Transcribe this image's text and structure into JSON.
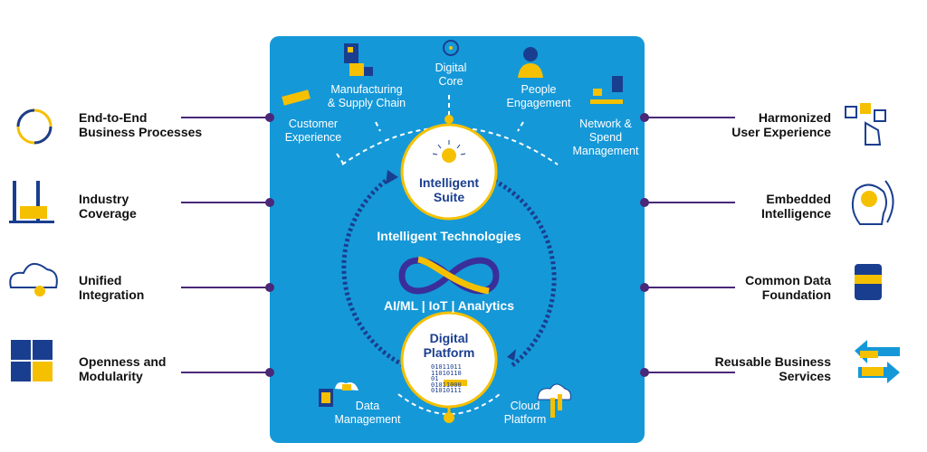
{
  "left_items": [
    {
      "label": "End-to-End\nBusiness Processes",
      "icon": "cycle-arrows-icon"
    },
    {
      "label": "Industry\nCoverage",
      "icon": "factory-icon"
    },
    {
      "label": "Unified\nIntegration",
      "icon": "cloud-gear-icon"
    },
    {
      "label": "Openness and\nModularity",
      "icon": "puzzle-icon"
    }
  ],
  "right_items": [
    {
      "label": "Harmonized\nUser Experience",
      "icon": "touch-screen-icon"
    },
    {
      "label": "Embedded\nIntelligence",
      "icon": "head-brain-icon"
    },
    {
      "label": "Common Data\nFoundation",
      "icon": "database-icon"
    },
    {
      "label": "Reusable Business\nServices",
      "icon": "exchange-arrows-icon"
    }
  ],
  "panel": {
    "top_items": {
      "customer": "Customer\nExperience",
      "manufacturing": "Manufacturing\n& Supply Chain",
      "digital_core": "Digital\nCore",
      "people": "People\nEngagement",
      "network": "Network &\nSpend\nManagement"
    },
    "intelligent_suite": "Intelligent\nSuite",
    "intelligent_technologies": "Intelligent Technologies",
    "technologies_list": "AI/ML | IoT | Analytics",
    "digital_platform": "Digital\nPlatform",
    "binary": "01011011\n11010110\n01\n01011000\n01010111",
    "bottom_items": {
      "data_management": "Data\nManagement",
      "cloud_platform": "Cloud\nPlatform"
    }
  },
  "colors": {
    "panel": "#1598d8",
    "navy": "#1a3e8f",
    "yellow": "#f5c000",
    "purple": "#4a2878"
  }
}
